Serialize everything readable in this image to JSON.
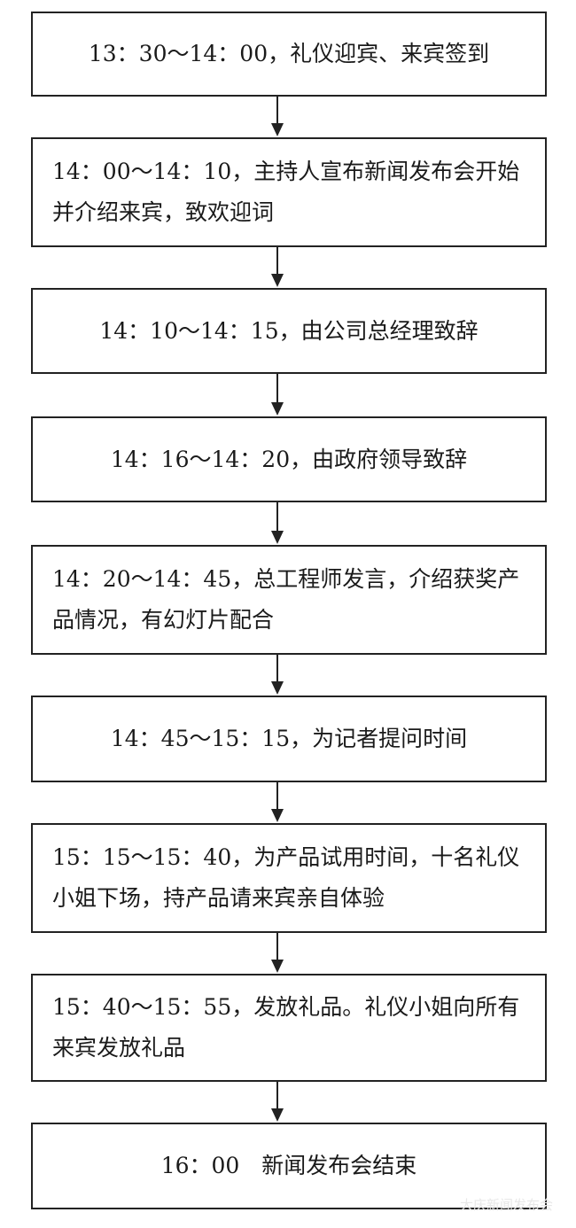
{
  "steps": [
    {
      "label": "13：30～14：00，礼仪迎宾、来宾签到"
    },
    {
      "label": "14：00～14：10，主持人宣布新闻发布会开始并介绍来宾，致欢迎词"
    },
    {
      "label": "14：10～14：15，由公司总经理致辞"
    },
    {
      "label": "14：16～14：20，由政府领导致辞"
    },
    {
      "label": "14：20～14：45，总工程师发言，介绍获奖产品情况，有幻灯片配合"
    },
    {
      "label": "14：45～15：15，为记者提问时间"
    },
    {
      "label": "15：15～15：40，为产品试用时间，十名礼仪小姐下场，持产品请来宾亲自体验"
    },
    {
      "label": "15：40～15：55，发放礼品。礼仪小姐向所有来宾发放礼品"
    },
    {
      "label": "16：00　新闻发布会结束"
    }
  ],
  "watermark": "大庆新闻发布会"
}
